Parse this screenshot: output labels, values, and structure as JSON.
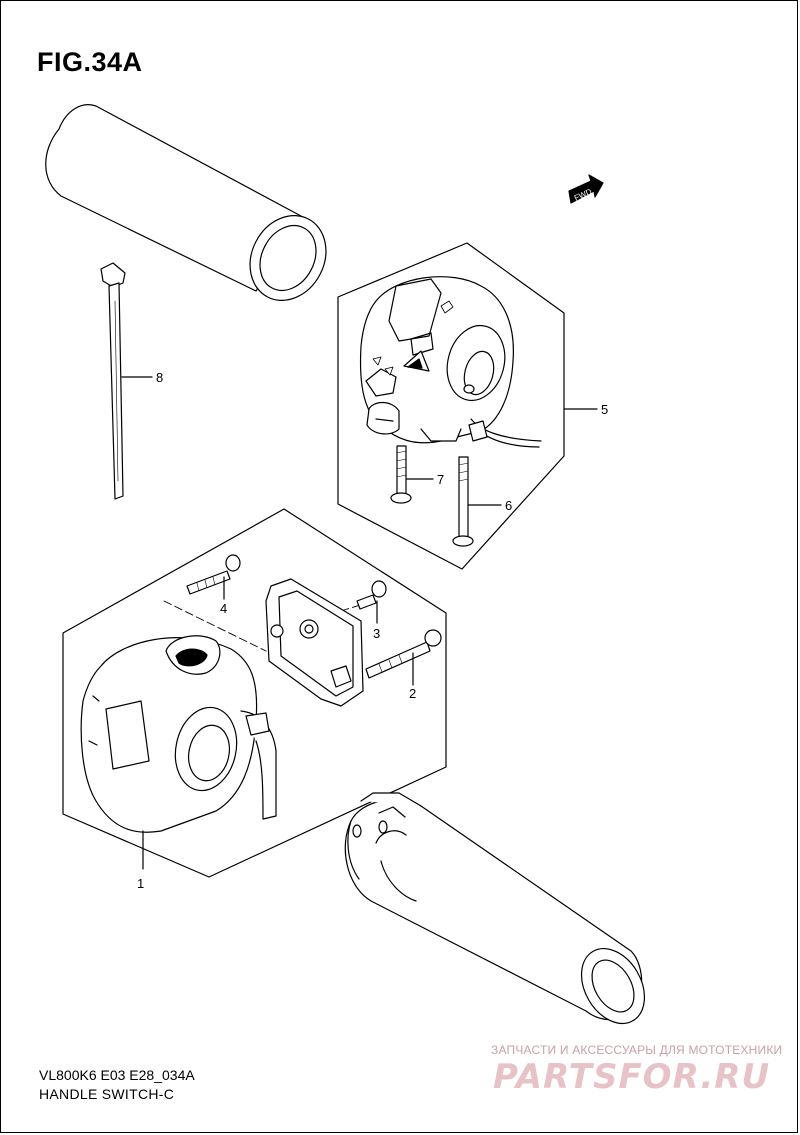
{
  "figure": {
    "title": "FIG.34A"
  },
  "direction_badge": {
    "text": "FWD"
  },
  "callouts": [
    {
      "number": "1"
    },
    {
      "number": "2"
    },
    {
      "number": "3"
    },
    {
      "number": "4"
    },
    {
      "number": "5"
    },
    {
      "number": "6"
    },
    {
      "number": "7"
    },
    {
      "number": "8"
    }
  ],
  "footer": {
    "model_code": "VL800K6 E03 E28_034A",
    "section_name": "HANDLE SWITCH-C"
  },
  "watermark": {
    "tagline": "ЗАПЧАСТИ И АКСЕССУАРЫ ДЛЯ МОТОТЕХНИКИ",
    "brand": "PARTSFOR.RU"
  },
  "colors": {
    "line": "#000000",
    "watermark": "#e7c3c8"
  }
}
